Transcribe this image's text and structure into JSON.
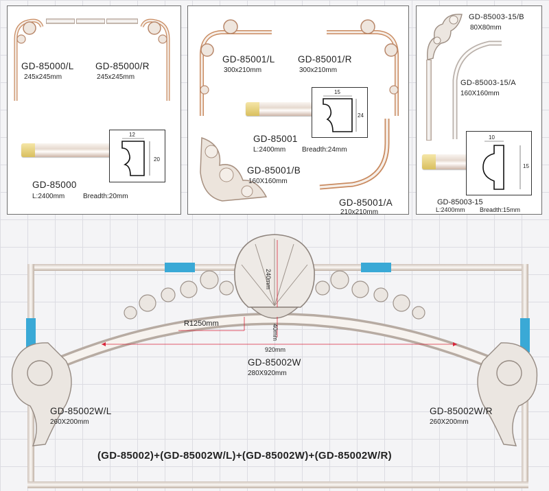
{
  "panel1": {
    "left_corner_code": "GD-85000/L",
    "left_corner_size": "245x245mm",
    "right_corner_code": "GD-85000/R",
    "right_corner_size": "245x245mm",
    "molding_code": "GD-85000",
    "molding_length": "L:2400mm",
    "molding_breadth": "Breadth:20mm",
    "profile_width": "12",
    "profile_height": "20"
  },
  "panel2": {
    "left_corner_code": "GD-85001/L",
    "left_corner_size": "300x210mm",
    "right_corner_code": "GD-85001/R",
    "right_corner_size": "300x210mm",
    "molding_code": "GD-85001",
    "molding_length": "L:2400mm",
    "molding_breadth": "Breadth:24mm",
    "profile_width": "15",
    "profile_height": "24",
    "ornament_code": "GD-85001/B",
    "ornament_size": "160X160mm",
    "arc_code": "GD-85001/A",
    "arc_size": "210x210mm"
  },
  "panel3": {
    "ornament_code": "GD-85003-15/B",
    "ornament_size": "80X80mm",
    "arc_code": "GD-85003-15/A",
    "arc_size": "160X160mm",
    "molding_code": "GD-85003-15",
    "molding_length": "L:2400mm",
    "molding_breadth": "Breadth:15mm",
    "profile_width": "10",
    "profile_height": "15"
  },
  "arch": {
    "height_dim": "240mm",
    "radius_dim": "R1250mm",
    "depth_dim": "40mm",
    "width_dim": "920mm",
    "center_code": "GD-85002W",
    "center_size": "280X920mm",
    "left_code": "GD-85002W/L",
    "left_size": "260X200mm",
    "right_code": "GD-85002W/R",
    "right_size": "260X200mm",
    "combo": "(GD-85002)+(GD-85002W/L)+(GD-85002W)+(GD-85002W/R)"
  },
  "colors": {
    "accent_blue": "#3aa9d6",
    "rail_cream": "#f3ece6",
    "gold_cap": "#e5cd70",
    "dimension_red": "#d9253a"
  }
}
